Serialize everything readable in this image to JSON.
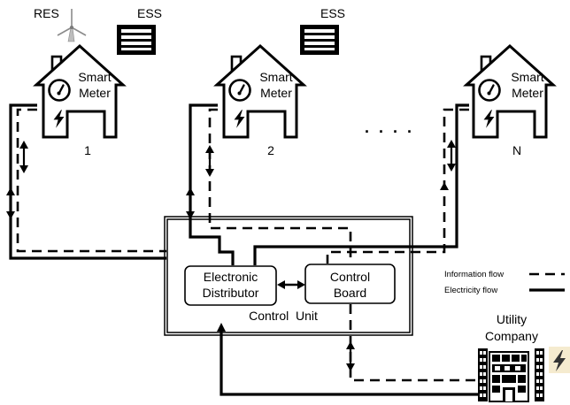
{
  "labels": {
    "res": "RES",
    "ess_1": "ESS",
    "ess_2": "ESS",
    "smart_meter_line1": "Smart",
    "smart_meter_line2": "Meter",
    "house_1_number": "1",
    "house_2_number": "2",
    "house_n_number": "N",
    "ellipsis": ". . . .",
    "electronic_distributor_line1": "Electronic",
    "electronic_distributor_line2": "Distributor",
    "control_board_line1": "Control",
    "control_board_line2": "Board",
    "control_unit": "Control  Unit",
    "utility_line1": "Utility",
    "utility_line2": "Company"
  },
  "legend": {
    "information_flow": "Information flow",
    "electricity_flow": "Electricity flow"
  },
  "icons": {
    "lightning": "lightning-icon",
    "gauge": "gauge-icon",
    "wind_turbine": "wind-turbine-icon",
    "battery": "battery-icon",
    "building": "building-icon"
  },
  "colors": {
    "line": "#000000",
    "background": "#ffffff",
    "lightning_badge": "#f5ebcf",
    "lightning_bolt": "#333333"
  }
}
